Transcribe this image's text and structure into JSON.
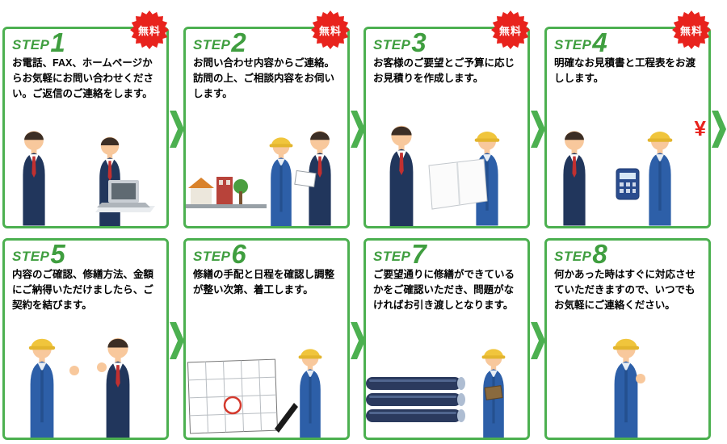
{
  "colors": {
    "accent_green": "#4cb050",
    "step_text_green": "#3f9e3f",
    "badge_red": "#e8231d",
    "body_text": "#000000"
  },
  "steps": [
    {
      "label": "STEP",
      "number": "1",
      "badge": "無料",
      "text": "お電話、FAX、ホームページからお気軽にお問い合わせください。ご返信のご連絡をします。"
    },
    {
      "label": "STEP",
      "number": "2",
      "badge": "無料",
      "text": "お問い合わせ内容からご連絡。訪問の上、ご相談内容をお伺いします。"
    },
    {
      "label": "STEP",
      "number": "3",
      "badge": "無料",
      "text": "お客様のご要望とご予算に応じお見積りを作成します。"
    },
    {
      "label": "STEP",
      "number": "4",
      "badge": "無料",
      "text": "明確なお見積書と工程表をお渡しします。",
      "extra": "¥"
    },
    {
      "label": "STEP",
      "number": "5",
      "text": "内容のご確認、修繕方法、金額にご納得いただけましたら、ご契約を結びます。"
    },
    {
      "label": "STEP",
      "number": "6",
      "text": "修繕の手配と日程を確認し調整が整い次第、着工します。"
    },
    {
      "label": "STEP",
      "number": "7",
      "text": "ご要望通りに修繕ができているかをご確認いただき、問題がなければお引き渡しとなります。"
    },
    {
      "label": "STEP",
      "number": "8",
      "text": "何かあった時はすぐに対応させていただきますので、いつでもお気軽にご連絡ください。"
    }
  ]
}
